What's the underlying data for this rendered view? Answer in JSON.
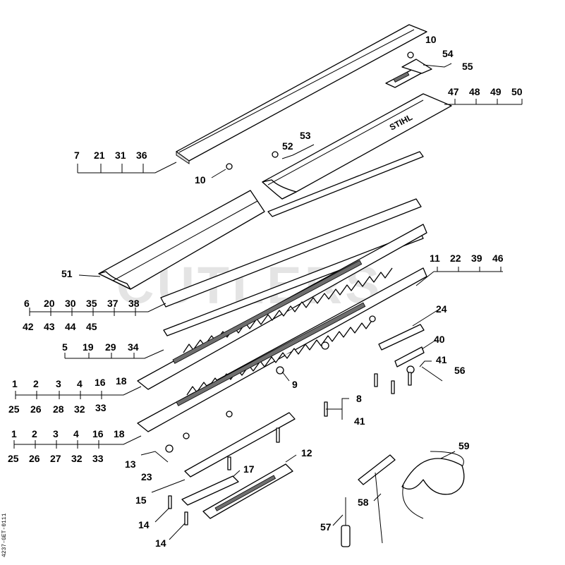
{
  "watermark": "CUTLERS",
  "brand_logo": "STIHL",
  "drawing_code": "4237-GET-0111",
  "labels": {
    "l10a": "10",
    "l54": "54",
    "l55": "55",
    "l47": "47",
    "l48": "48",
    "l49": "49",
    "l50": "50",
    "l53": "53",
    "l52": "52",
    "l7": "7",
    "l21": "21",
    "l31": "31",
    "l36": "36",
    "l10b": "10",
    "l11": "11",
    "l22": "22",
    "l39": "39",
    "l46": "46",
    "l51": "51",
    "l6": "6",
    "l20": "20",
    "l30": "30",
    "l35": "35",
    "l37": "37",
    "l38": "38",
    "l42": "42",
    "l43": "43",
    "l44": "44",
    "l45": "45",
    "l24": "24",
    "l5": "5",
    "l19": "19",
    "l29": "29",
    "l34": "34",
    "l40": "40",
    "l41a": "41",
    "l56": "56",
    "l9": "9",
    "r1a": "1",
    "r2a": "2",
    "r3a": "3",
    "r4a": "4",
    "r16a": "16",
    "r18a": "18",
    "r25a": "25",
    "r26a": "26",
    "r28a": "28",
    "r32a": "32",
    "r33a": "33",
    "l8": "8",
    "l41b": "41",
    "r1b": "1",
    "r2b": "2",
    "r3b": "3",
    "r4b": "4",
    "r16b": "16",
    "r18b": "18",
    "r25b": "25",
    "r26b": "26",
    "r27b": "27",
    "r32b": "32",
    "r33b": "33",
    "l12": "12",
    "l59": "59",
    "l13": "13",
    "l23": "23",
    "l17": "17",
    "l15": "15",
    "l58": "58",
    "l14a": "14",
    "l14b": "14",
    "l57": "57"
  }
}
